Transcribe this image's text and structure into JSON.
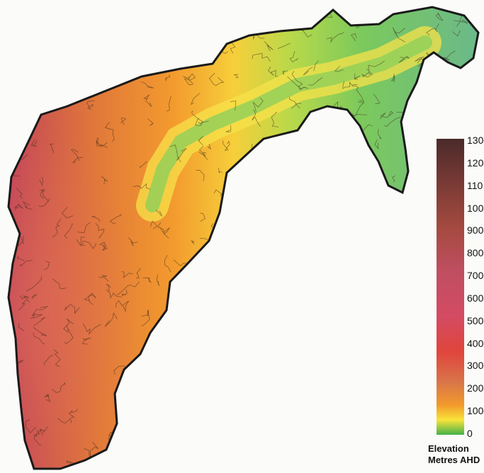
{
  "map": {
    "palette": {
      "lowland_green": "#5fbf55",
      "valley_yellow": "#f4e23a",
      "midland_orange": "#f08a2c",
      "upland_brown": "#c96a3c",
      "highland_red": "#d8474b",
      "summit_dark": "#4a2a2a",
      "boundary": "#1a1a1a"
    }
  },
  "legend": {
    "ticks": [
      "130",
      "120",
      "110",
      "100",
      "900",
      "800",
      "700",
      "600",
      "500",
      "400",
      "300",
      "200",
      "100",
      "0"
    ],
    "title_line1": "Elevation",
    "title_line2": "Metres AHD"
  }
}
